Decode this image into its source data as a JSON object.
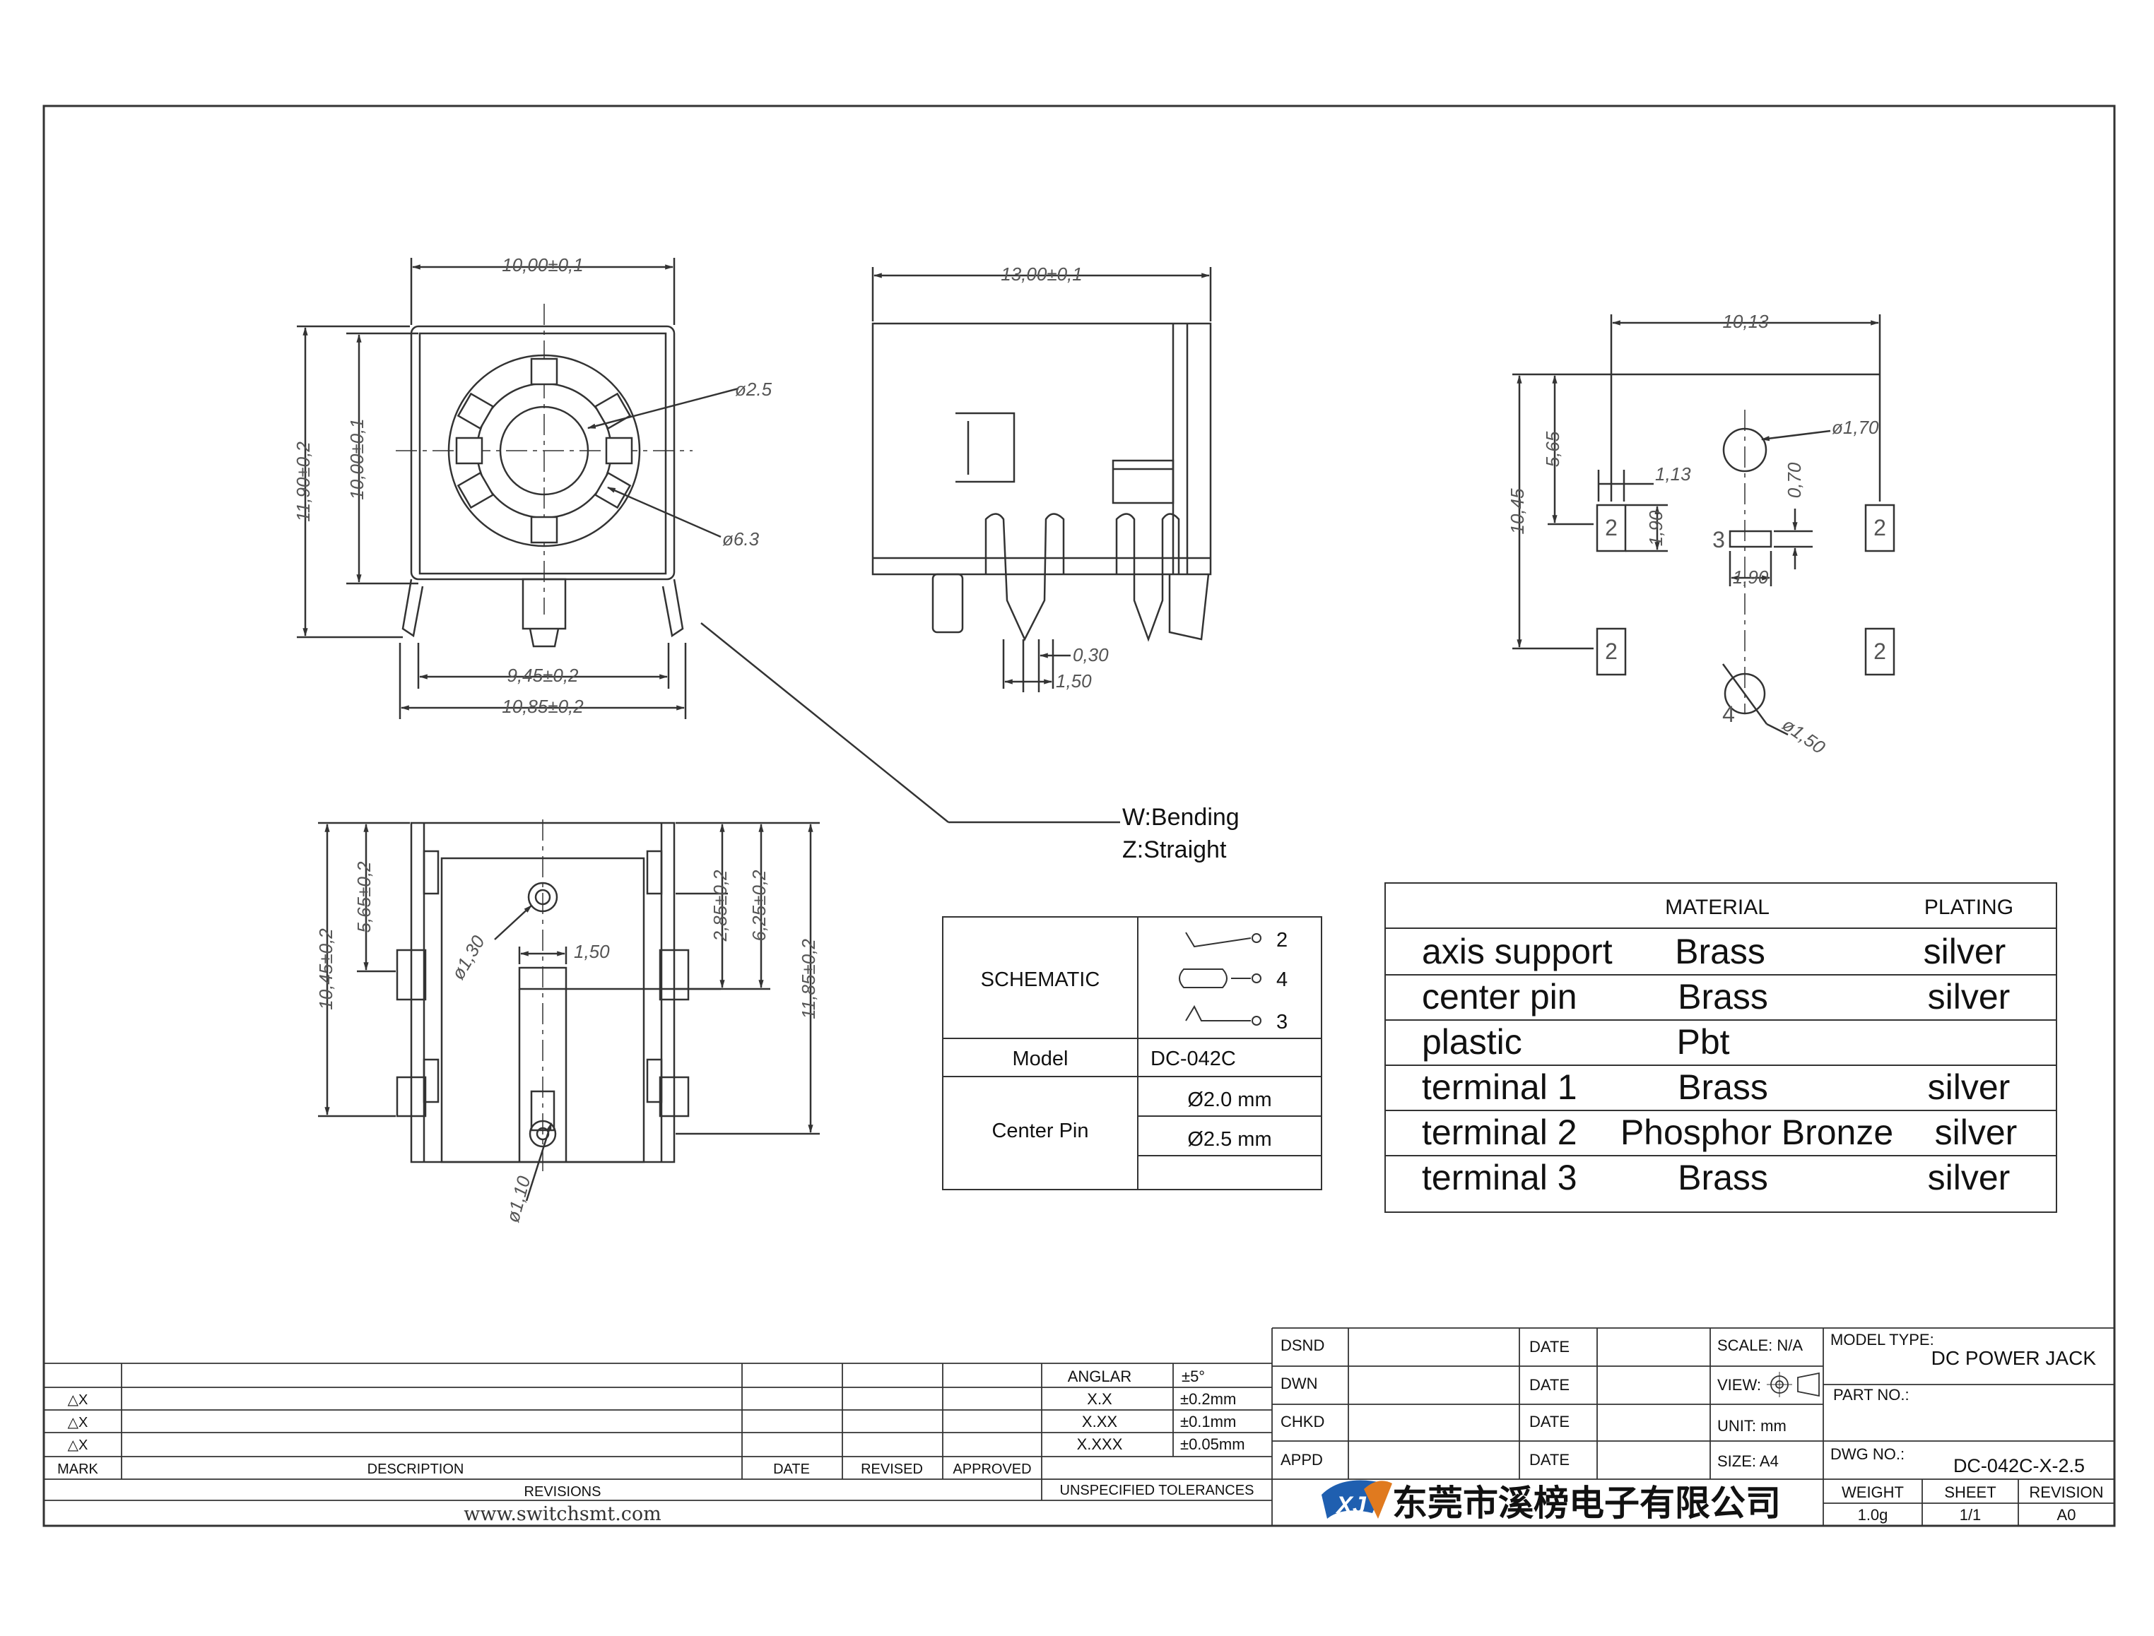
{
  "views": {
    "front": {
      "dims": [
        "10,00±0,1",
        "11,90±0,2",
        "10,00±0,1",
        "ø2.5",
        "ø6.3",
        "9,45±0,2",
        "10,85±0,2"
      ]
    },
    "side": {
      "dims": [
        "13,00±0,1",
        "0,30",
        "1,50"
      ]
    },
    "footprint": {
      "dims": [
        "10,13",
        "5,65",
        "1,13",
        "ø1,70",
        "0,70",
        "10,45",
        "1,90",
        "1,90",
        "ø1,50"
      ],
      "pads": [
        "2",
        "2",
        "2",
        "2",
        "3",
        "4"
      ]
    },
    "bottom": {
      "dims": [
        "10,45±0,2",
        "5,65±0,2",
        "ø1,30",
        "1,50",
        "2,85±0,2",
        "6,25±0,2",
        "11,85±0,2",
        "ø1,10"
      ]
    }
  },
  "notes": {
    "bending": "W:Bending",
    "straight": "Z:Straight"
  },
  "schematic_table": {
    "schematic_label": "SCHEMATIC",
    "pins": [
      "2",
      "4",
      "3"
    ],
    "model_label": "Model",
    "model_value": "DC-042C",
    "center_pin_label": "Center Pin",
    "center_pin_values": [
      "Ø2.0 mm",
      "Ø2.5 mm"
    ]
  },
  "material_table": {
    "headers": [
      "MATERIAL",
      "PLATING"
    ],
    "rows": [
      [
        "axis support",
        "Brass",
        "silver"
      ],
      [
        "center pin",
        "Brass",
        "silver"
      ],
      [
        "plastic",
        "Pbt",
        ""
      ],
      [
        "terminal 1",
        "Brass",
        "silver"
      ],
      [
        "terminal 2",
        "Phosphor Bronze",
        "silver"
      ],
      [
        "terminal 3",
        "Brass",
        "silver"
      ]
    ]
  },
  "revisions": {
    "marks": [
      "△X",
      "△X",
      "△X"
    ],
    "headers": [
      "MARK",
      "DESCRIPTION",
      "DATE",
      "REVISED",
      "APPROVED"
    ],
    "title": "REVISIONS",
    "website": "www.switchsmt.com"
  },
  "tolerances": {
    "rows": [
      [
        "ANGLAR",
        "±5°"
      ],
      [
        "X.X",
        "±0.2mm"
      ],
      [
        "X.XX",
        "±0.1mm"
      ],
      [
        "X.XXX",
        "±0.05mm"
      ]
    ],
    "title": "UNSPECIFIED TOLERANCES"
  },
  "title_block": {
    "dsnd": "DSND",
    "dwn": "DWN",
    "chkd": "CHKD",
    "appd": "APPD",
    "date": "DATE",
    "scale": "SCALE: N/A",
    "view": "VIEW:",
    "unit": "UNIT: mm",
    "size": "SIZE: A4",
    "model_type_label": "MODEL TYPE:",
    "model_type_value": "DC POWER JACK",
    "part_no_label": "PART NO.:",
    "dwg_no_label": "DWG NO.:",
    "dwg_no_value": "DC-042C-X-2.5",
    "weight_label": "WEIGHT",
    "weight_value": "1.0g",
    "sheet_label": "SHEET",
    "sheet_value": "1/1",
    "revision_label": "REVISION",
    "revision_value": "A0",
    "company": "东莞市溪榜电子有限公司",
    "logo_text": "XJ"
  },
  "colors": {
    "line": "#333333",
    "logo_blue": "#1f5fb0",
    "logo_orange": "#e07a1f"
  }
}
